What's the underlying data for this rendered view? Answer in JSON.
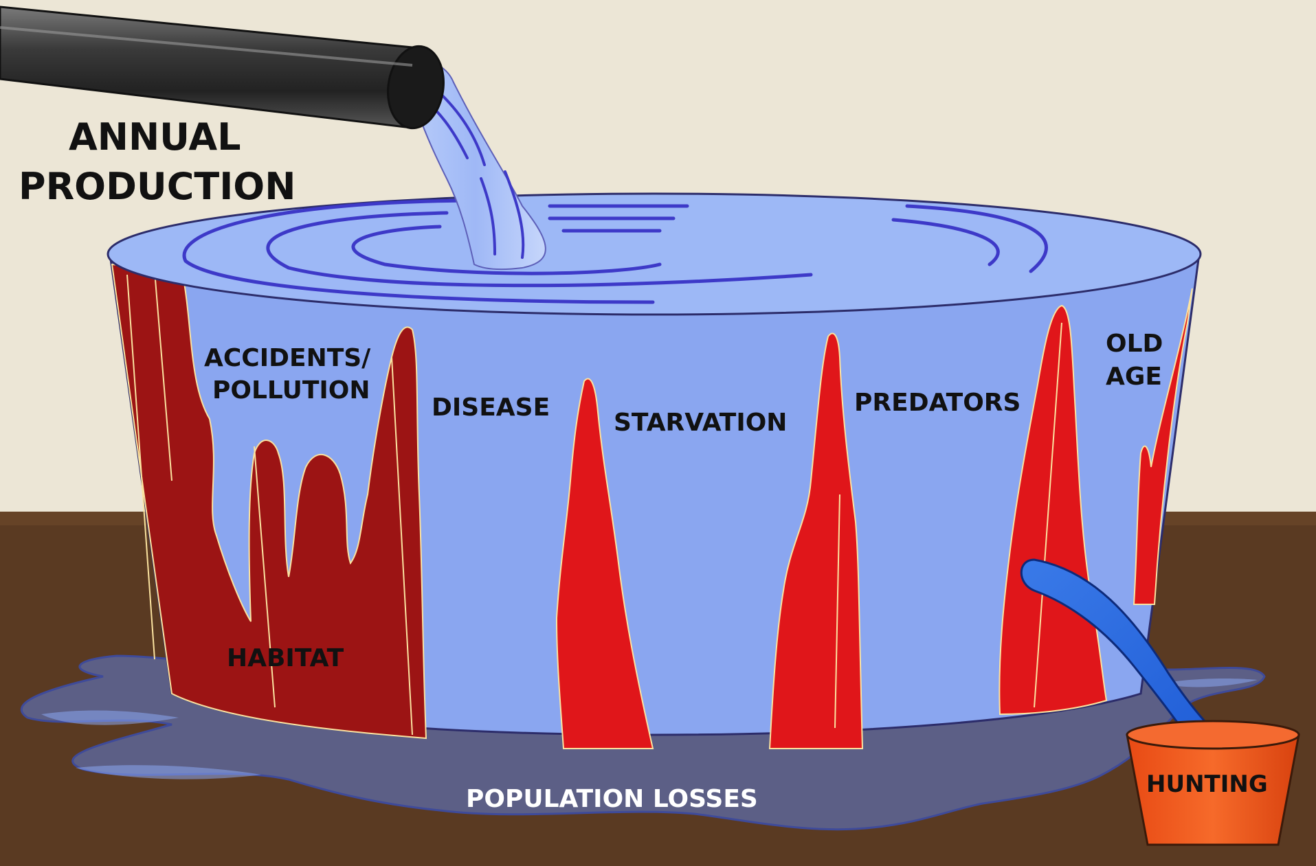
{
  "diagram": {
    "production_label_line1": "ANNUAL",
    "production_label_line2": "PRODUCTION",
    "losses_label": "POPULATION LOSSES",
    "hunting_label": "HUNTING",
    "causes": {
      "accidents_line1": "ACCIDENTS/",
      "accidents_line2": "POLLUTION",
      "habitat": "HABITAT",
      "disease": "DISEASE",
      "starvation": "STARVATION",
      "predators": "PREDATORS",
      "old_age_line1": "OLD",
      "old_age_line2": "AGE"
    }
  },
  "colors": {
    "background": "#ece6d6",
    "ground": "#5a3a22",
    "water": "#8aa6f0",
    "water_surface": "#9db8f6",
    "ripple": "#3d39c8",
    "leak_red": "#e0161a",
    "dark_red": "#9c1414",
    "puddle": "#5c5f86",
    "pipe": "#3a3a3a",
    "bucket": "#f25b1e"
  }
}
